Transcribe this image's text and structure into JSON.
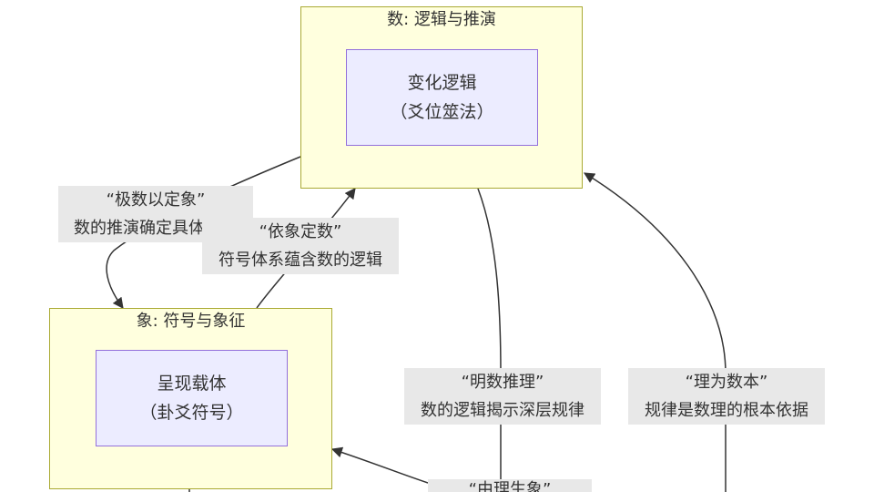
{
  "clusters": {
    "shu": {
      "title": "数: 逻辑与推演"
    },
    "xiang": {
      "title": "象: 符号与象征"
    }
  },
  "nodes": {
    "logic": {
      "line1": "变化逻辑",
      "line2": "（爻位筮法）"
    },
    "carrier": {
      "line1": "呈现载体",
      "line2": "（卦爻符号）"
    }
  },
  "edge_labels": {
    "jishu": {
      "line1": "“极数以定象”",
      "line2": "数的推演确定具体符号"
    },
    "yixiang": {
      "line1": "“依象定数”",
      "line2": "符号体系蕴含数的逻辑"
    },
    "mingshu": {
      "line1": "“明数推理”",
      "line2": "数的逻辑揭示深层规律"
    },
    "liwei": {
      "line1": "“理为数本”",
      "line2": "规律是数理的根本依据"
    },
    "youli": {
      "line1": "“由理生象”"
    }
  },
  "colors": {
    "cluster_fill": "#ffffde",
    "cluster_border": "#aaaa33",
    "node_fill": "#ececff",
    "node_border": "#9370db",
    "edge_label_bg": "#e8e8e8",
    "edge_stroke": "#333333"
  }
}
